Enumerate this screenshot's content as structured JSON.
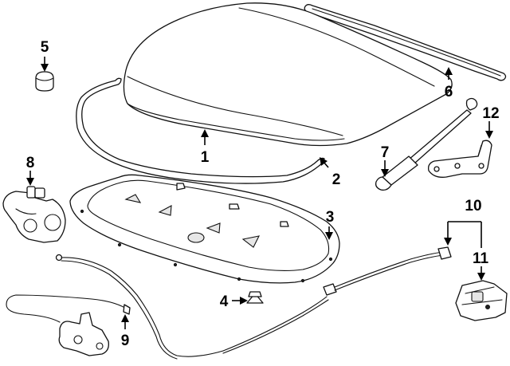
{
  "callouts": [
    {
      "id": "1",
      "label": "1"
    },
    {
      "id": "2",
      "label": "2"
    },
    {
      "id": "3",
      "label": "3"
    },
    {
      "id": "4",
      "label": "4"
    },
    {
      "id": "5",
      "label": "5"
    },
    {
      "id": "6",
      "label": "6"
    },
    {
      "id": "7",
      "label": "7"
    },
    {
      "id": "8",
      "label": "8"
    },
    {
      "id": "9",
      "label": "9"
    },
    {
      "id": "10",
      "label": "10"
    },
    {
      "id": "11",
      "label": "11"
    },
    {
      "id": "12",
      "label": "12"
    }
  ],
  "parts": [
    {
      "callout": "1",
      "icon": "hood-panel-icon"
    },
    {
      "callout": "2",
      "icon": "hood-seal-icon"
    },
    {
      "callout": "3",
      "icon": "hood-insulator-icon"
    },
    {
      "callout": "4",
      "icon": "clip-icon"
    },
    {
      "callout": "5",
      "icon": "bumper-icon"
    },
    {
      "callout": "6",
      "icon": "weatherstrip-icon"
    },
    {
      "callout": "7",
      "icon": "support-strut-icon"
    },
    {
      "callout": "8",
      "icon": "latch-icon"
    },
    {
      "callout": "9",
      "icon": "release-cable-icon"
    },
    {
      "callout": "10",
      "icon": "cable-group-bracket-icon"
    },
    {
      "callout": "11",
      "icon": "release-handle-icon"
    },
    {
      "callout": "12",
      "icon": "hinge-icon"
    }
  ]
}
